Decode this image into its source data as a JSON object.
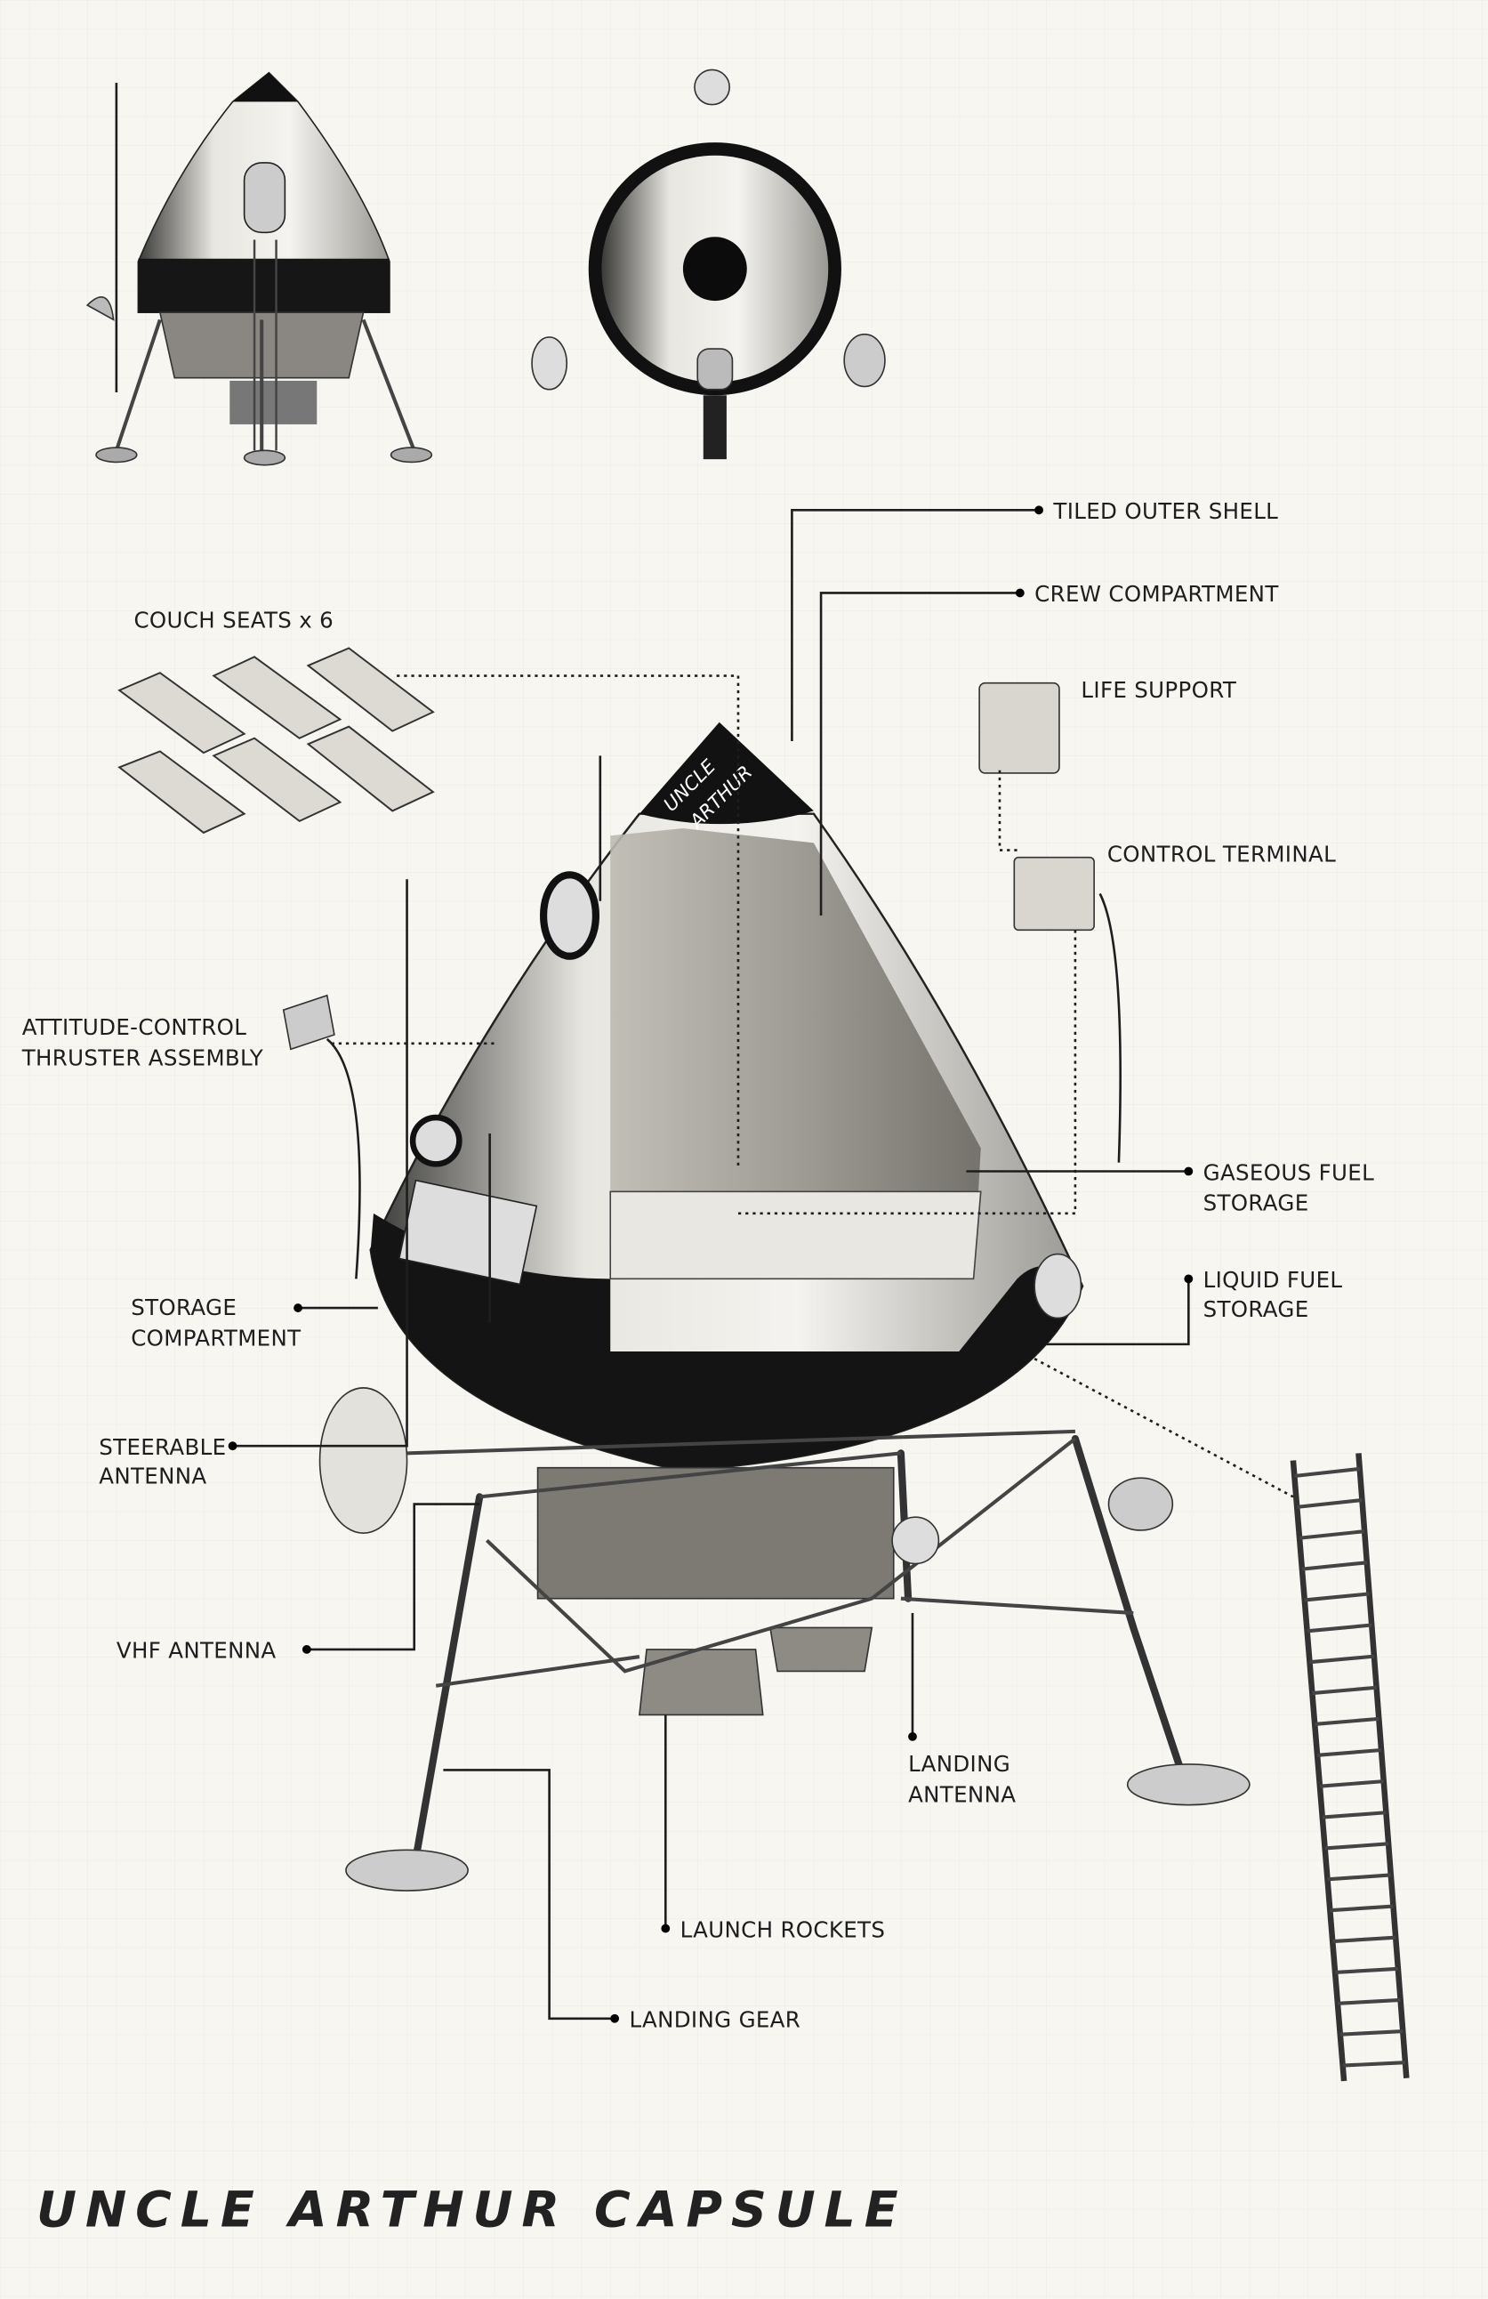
{
  "title": "UNCLE ARTHUR CAPSULE",
  "nose_text": [
    "UNCLE",
    "ARTHUR"
  ],
  "labels": {
    "tiled_outer_shell": "TILED OUTER SHELL",
    "crew_compartment": "CREW COMPARTMENT",
    "life_support": "LIFE SUPPORT",
    "control_terminal": "CONTROL TERMINAL",
    "couch_seats": "COUCH SEATS x 6",
    "attitude_control": [
      "ATTITUDE-CONTROL",
      "THRUSTER ASSEMBLY"
    ],
    "gaseous_fuel": [
      "GASEOUS FUEL",
      "STORAGE"
    ],
    "liquid_fuel": [
      "LIQUID FUEL",
      "STORAGE"
    ],
    "storage_compartment": [
      "STORAGE",
      "COMPARTMENT"
    ],
    "steerable_antenna": [
      "STEERABLE",
      "ANTENNA"
    ],
    "vhf_antenna": "VHF ANTENNA",
    "landing_antenna": [
      "LANDING",
      "ANTENNA"
    ],
    "launch_rockets": "LAUNCH ROCKETS",
    "landing_gear": "LANDING GEAR"
  },
  "colors": {
    "ink": "#1e1e1e",
    "paper": "#f7f6f1",
    "shell_dark": "#151515"
  },
  "ladder_rungs": 20
}
